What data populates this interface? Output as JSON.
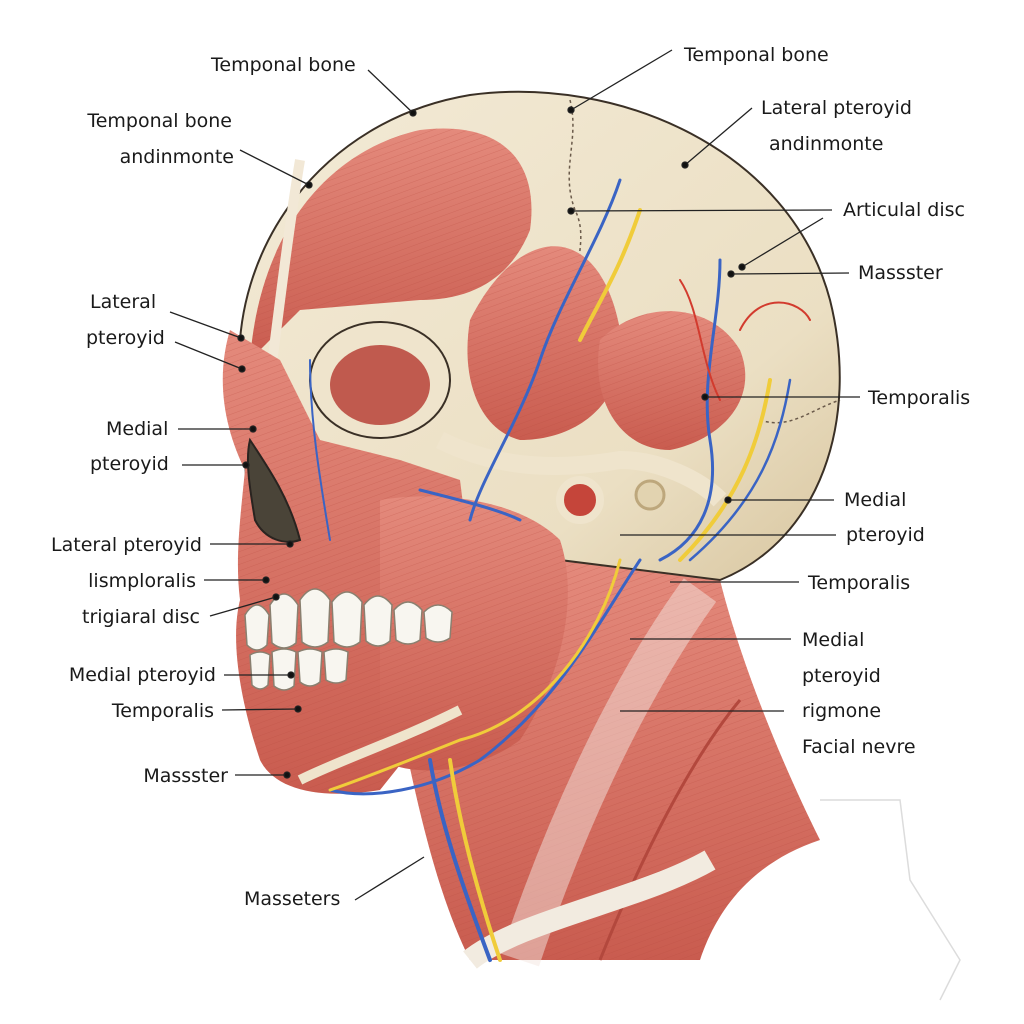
{
  "diagram": {
    "type": "anatomical-illustration",
    "subject": "Lateral view of head and neck musculature",
    "colors": {
      "muscle": "#d9766a",
      "muscle_dark": "#b4493f",
      "bone": "#efe4cc",
      "bone_shade": "#d8c8a4",
      "vein": "#3a64c4",
      "artery": "#d23b2e",
      "nerve": "#f0cc3a",
      "tooth": "#f8f6f0",
      "leader_line": "#222222"
    },
    "labels_left": [
      {
        "id": "l1",
        "text": "Temponal bone"
      },
      {
        "id": "l2a",
        "text": "Temponal bone"
      },
      {
        "id": "l2b",
        "text": "andinmonte"
      },
      {
        "id": "l3a",
        "text": "Lateral"
      },
      {
        "id": "l3b",
        "text": "pteroyid"
      },
      {
        "id": "l4a",
        "text": "Medial"
      },
      {
        "id": "l4b",
        "text": "pteroyid"
      },
      {
        "id": "l5",
        "text": "Lateral pteroyid"
      },
      {
        "id": "l6",
        "text": "lismploralis"
      },
      {
        "id": "l7",
        "text": "trigiaral disc"
      },
      {
        "id": "l8",
        "text": "Medial pteroyid"
      },
      {
        "id": "l9",
        "text": "Temporalis"
      },
      {
        "id": "l10",
        "text": "Massster"
      },
      {
        "id": "l11",
        "text": "Masseters"
      }
    ],
    "labels_right": [
      {
        "id": "r1",
        "text": "Temponal bone"
      },
      {
        "id": "r2a",
        "text": "Lateral pteroyid"
      },
      {
        "id": "r2b",
        "text": "andinmonte"
      },
      {
        "id": "r3",
        "text": "Articulal disc"
      },
      {
        "id": "r4",
        "text": "Massster"
      },
      {
        "id": "r5",
        "text": "Temporalis"
      },
      {
        "id": "r6a",
        "text": "Medial"
      },
      {
        "id": "r6b",
        "text": "pteroyid"
      },
      {
        "id": "r7",
        "text": "Temporalis"
      },
      {
        "id": "r8a",
        "text": "Medial"
      },
      {
        "id": "r8b",
        "text": "pteroyid"
      },
      {
        "id": "r8c",
        "text": "rigmone"
      },
      {
        "id": "r9",
        "text": "Facial nevre"
      }
    ]
  }
}
